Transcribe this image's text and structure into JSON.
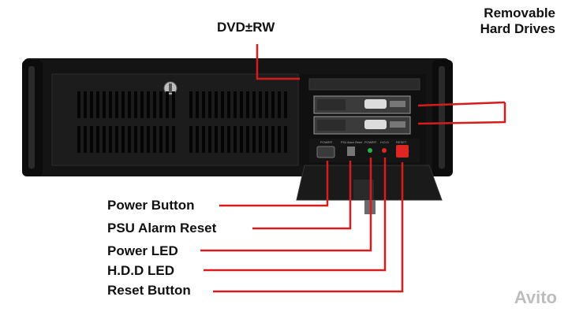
{
  "callouts": {
    "dvd": "DVD±RW",
    "removable_line1": "Removable",
    "removable_line2": "Hard Drives",
    "power_button": "Power Button",
    "psu_alarm_reset": "PSU Alarm Reset",
    "power_led": "Power LED",
    "hdd_led": "H.D.D LED",
    "reset_button": "Reset Button"
  },
  "panel_labels": {
    "power": "POWER",
    "psu_alarm": "PSU Alarm Reset",
    "power_led": "POWER",
    "hdd": "H.D.D",
    "reset": "RESET"
  },
  "watermark": "Avito",
  "colors": {
    "leader": "#d81b1b",
    "chassis": "#161616",
    "label": "#111111"
  }
}
